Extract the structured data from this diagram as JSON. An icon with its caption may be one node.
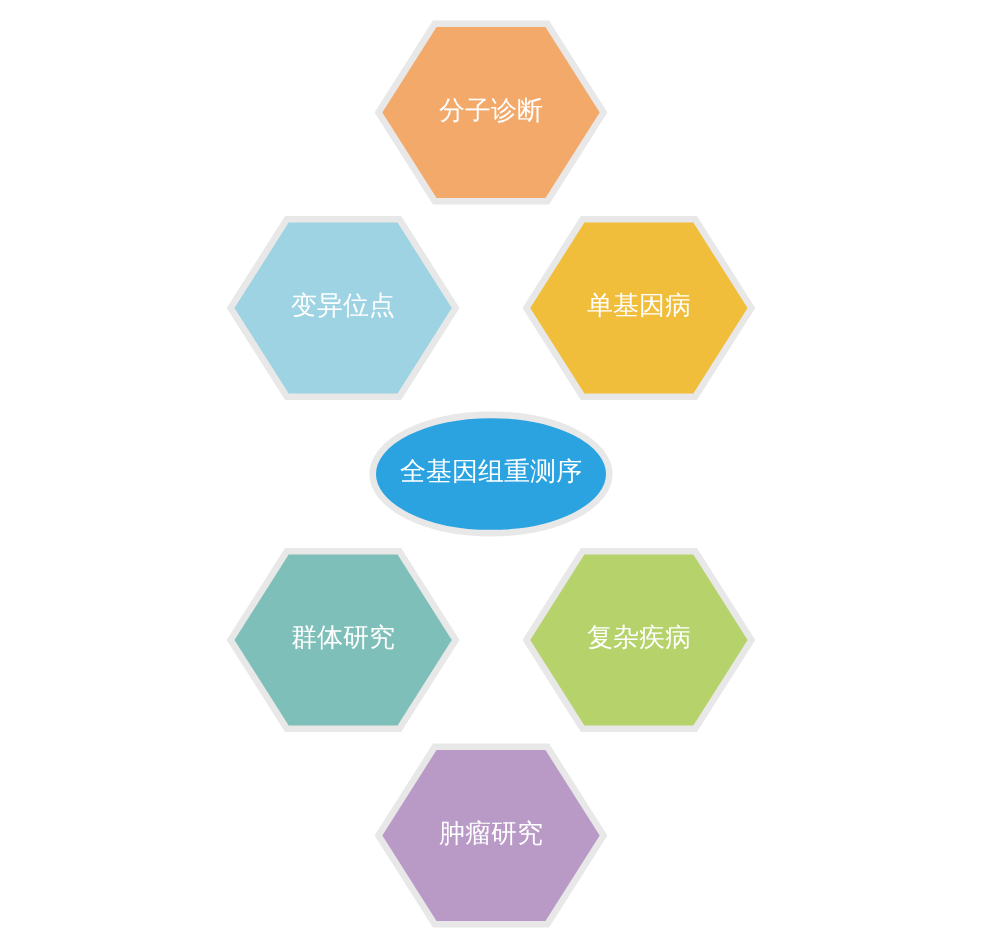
{
  "diagram": {
    "nodes": [
      {
        "text": [
          "分子诊断"
        ]
      },
      {
        "text": [
          "变异位点"
        ]
      },
      {
        "text": [
          "单基因病"
        ]
      },
      {
        "text": [
          "全基因组重测序"
        ]
      },
      {
        "text": [
          "群体研究"
        ]
      },
      {
        "text": [
          "复杂疾病"
        ]
      },
      {
        "text": [
          "肿瘤研究"
        ]
      }
    ]
  }
}
